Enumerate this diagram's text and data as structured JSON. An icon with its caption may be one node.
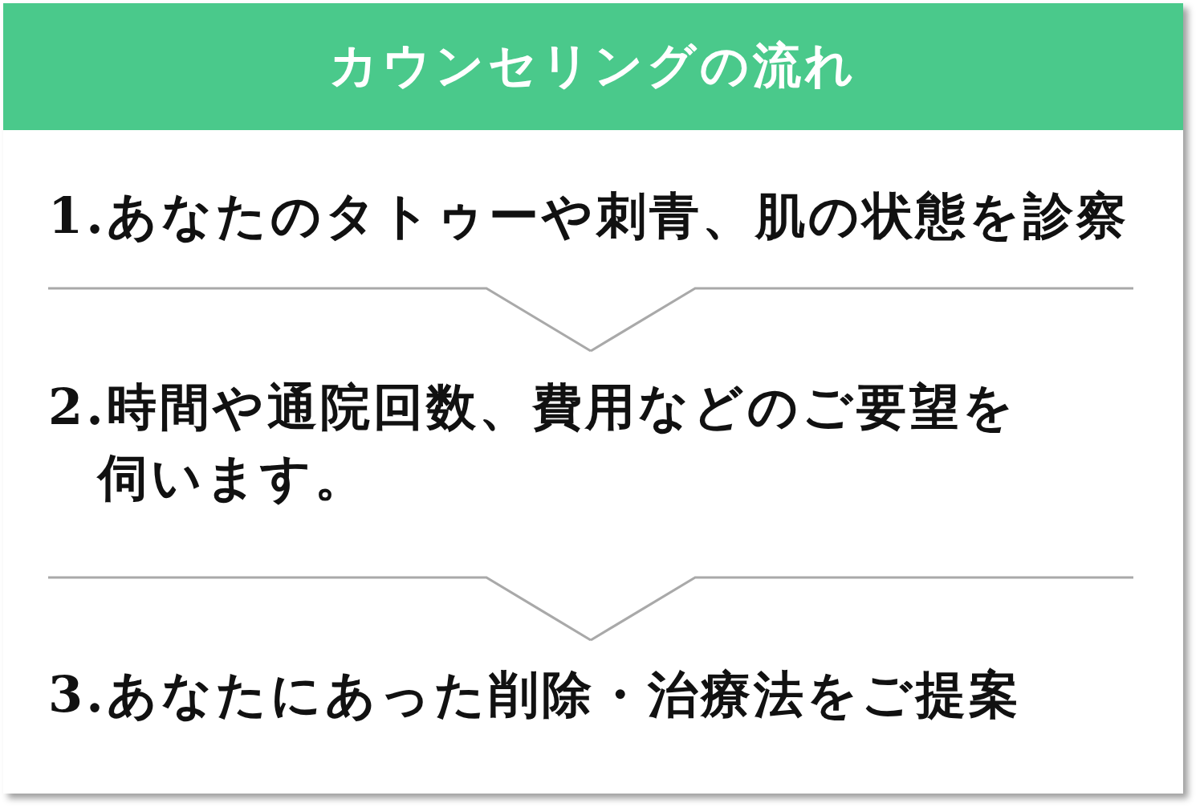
{
  "diagram": {
    "title": "カウンセリングの流れ",
    "nodes": [
      {
        "text": [
          "1.あなたのタトゥーや刺青、肌の状態を診察"
        ]
      },
      {
        "text": [
          "2.時間や通院回数、費用などのご要望を伺います。"
        ]
      },
      {
        "text": [
          "3.あなたにあった削除・治療法をご提案"
        ]
      }
    ],
    "edges": [
      {
        "from": 0,
        "to": 1,
        "arrow": "none"
      },
      {
        "from": 1,
        "to": 2,
        "arrow": "none"
      }
    ]
  }
}
